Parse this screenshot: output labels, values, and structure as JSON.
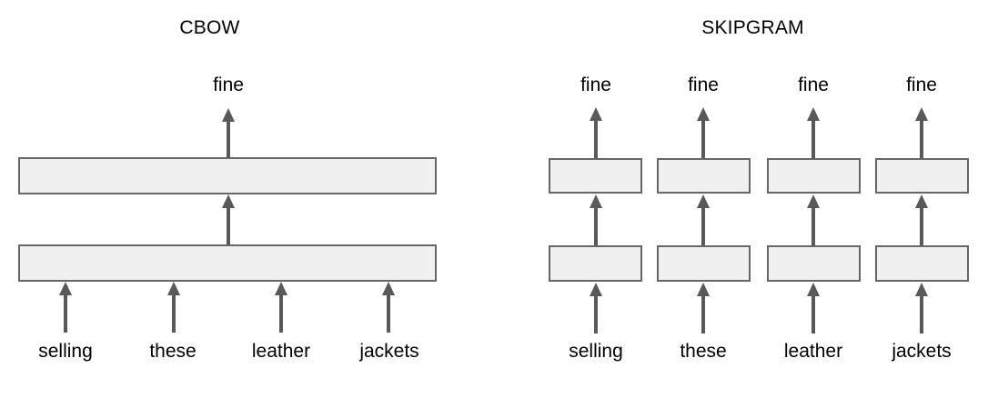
{
  "figure": {
    "type": "diagram",
    "description": "Side-by-side architecture diagrams of CBOW and SKIPGRAM word2vec models",
    "colors": {
      "box_fill": "#f0f0f0",
      "box_border": "#666666",
      "arrow": "#595959",
      "text": "#000000",
      "background": "#ffffff"
    }
  },
  "panels": [
    {
      "id": "cbow",
      "title": "CBOW",
      "target_word": "fine",
      "context_words": [
        "selling",
        "these",
        "leather",
        "jackets"
      ],
      "layers": [
        {
          "name": "output-layer",
          "label": ""
        },
        {
          "name": "hidden-layer",
          "label": ""
        }
      ]
    },
    {
      "id": "skipgram",
      "title": "SKIPGRAM",
      "columns": [
        {
          "input_word": "selling",
          "output_word": "fine"
        },
        {
          "input_word": "these",
          "output_word": "fine"
        },
        {
          "input_word": "leather",
          "output_word": "fine"
        },
        {
          "input_word": "jackets",
          "output_word": "fine"
        }
      ]
    }
  ]
}
